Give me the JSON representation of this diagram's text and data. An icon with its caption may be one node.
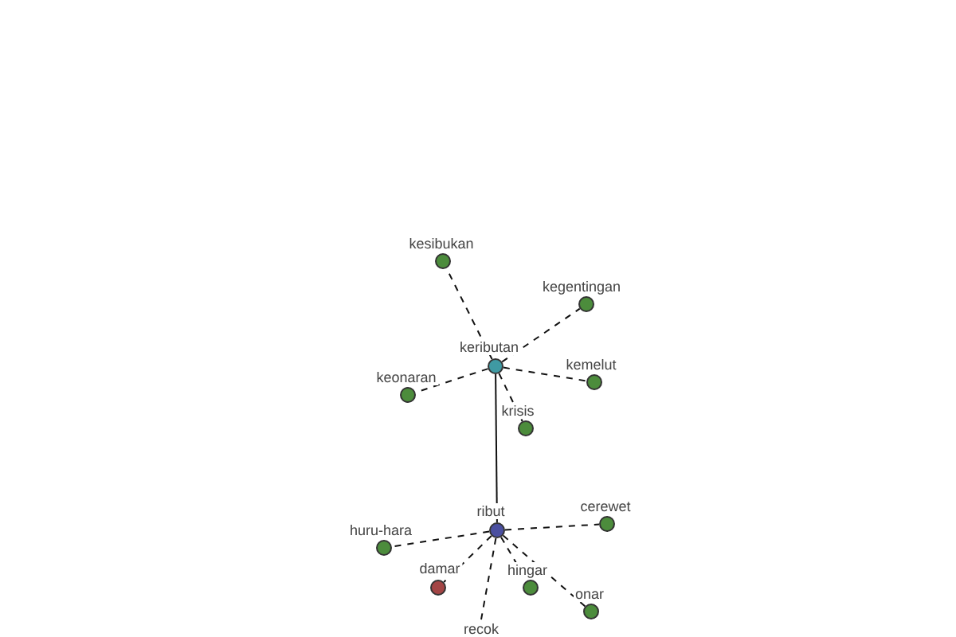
{
  "diagram": {
    "nodes": [
      {
        "text": [],
        "shape": "circle",
        "beside": [
          "kesibukan"
        ]
      },
      {
        "text": [],
        "shape": "circle",
        "beside": [
          "kegentingan"
        ]
      },
      {
        "text": [],
        "shape": "circle",
        "beside": [
          "keributan"
        ]
      },
      {
        "text": [],
        "shape": "circle",
        "beside": [
          "keonaran"
        ]
      },
      {
        "text": [],
        "shape": "circle",
        "beside": [
          "kemelut"
        ]
      },
      {
        "text": [],
        "shape": "circle",
        "beside": [
          "krisis"
        ]
      },
      {
        "text": [],
        "shape": "circle",
        "beside": [
          "ribut"
        ]
      },
      {
        "text": [],
        "shape": "circle",
        "beside": [
          "cerewet"
        ]
      },
      {
        "text": [],
        "shape": "circle",
        "beside": [
          "huru-hara"
        ]
      },
      {
        "text": [],
        "shape": "circle",
        "beside": [
          "damar"
        ]
      },
      {
        "text": [],
        "shape": "circle",
        "beside": [
          "hingar"
        ]
      },
      {
        "text": [],
        "shape": "circle",
        "beside": [
          "onar"
        ]
      },
      {
        "text": [
          "recok"
        ]
      }
    ],
    "edges": [
      {
        "from": 2,
        "to": 0,
        "arrow": "none",
        "style": "dashed"
      },
      {
        "from": 2,
        "to": 1,
        "arrow": "none",
        "style": "dashed"
      },
      {
        "from": 2,
        "to": 3,
        "arrow": "none",
        "style": "dashed"
      },
      {
        "from": 2,
        "to": 4,
        "arrow": "none",
        "style": "dashed"
      },
      {
        "from": 2,
        "to": 5,
        "arrow": "none",
        "style": "dashed"
      },
      {
        "from": 2,
        "to": 6,
        "arrow": "none"
      },
      {
        "from": 6,
        "to": 7,
        "arrow": "none",
        "style": "dashed"
      },
      {
        "from": 6,
        "to": 8,
        "arrow": "none",
        "style": "dashed"
      },
      {
        "from": 6,
        "to": 9,
        "arrow": "none",
        "style": "dashed"
      },
      {
        "from": 6,
        "to": 10,
        "arrow": "none",
        "style": "dashed"
      },
      {
        "from": 6,
        "to": 11,
        "arrow": "none",
        "style": "dashed"
      },
      {
        "from": 6,
        "to": 12,
        "arrow": "none",
        "style": "dashed"
      }
    ]
  }
}
